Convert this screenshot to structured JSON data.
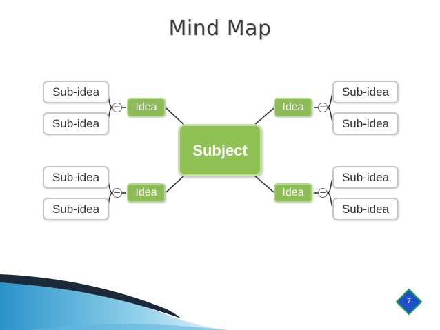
{
  "slide": {
    "title": "Mind Map",
    "page_number": "7"
  },
  "mindmap": {
    "subject": "Subject",
    "branches": [
      {
        "idea": "Idea",
        "toggle": "−",
        "subideas": [
          "Sub-idea",
          "Sub-idea"
        ]
      },
      {
        "idea": "Idea",
        "toggle": "−",
        "subideas": [
          "Sub-idea",
          "Sub-idea"
        ]
      },
      {
        "idea": "Idea",
        "toggle": "−",
        "subideas": [
          "Sub-idea",
          "Sub-idea"
        ]
      },
      {
        "idea": "Idea",
        "toggle": "−",
        "subideas": [
          "Sub-idea",
          "Sub-idea"
        ]
      }
    ]
  },
  "colors": {
    "idea_green": "#8dbb57",
    "subject_green": "#8fc054",
    "badge_blue": "#1f4fc9",
    "badge_border": "#1aa14a",
    "deco_blue": "#2b8ec7"
  }
}
